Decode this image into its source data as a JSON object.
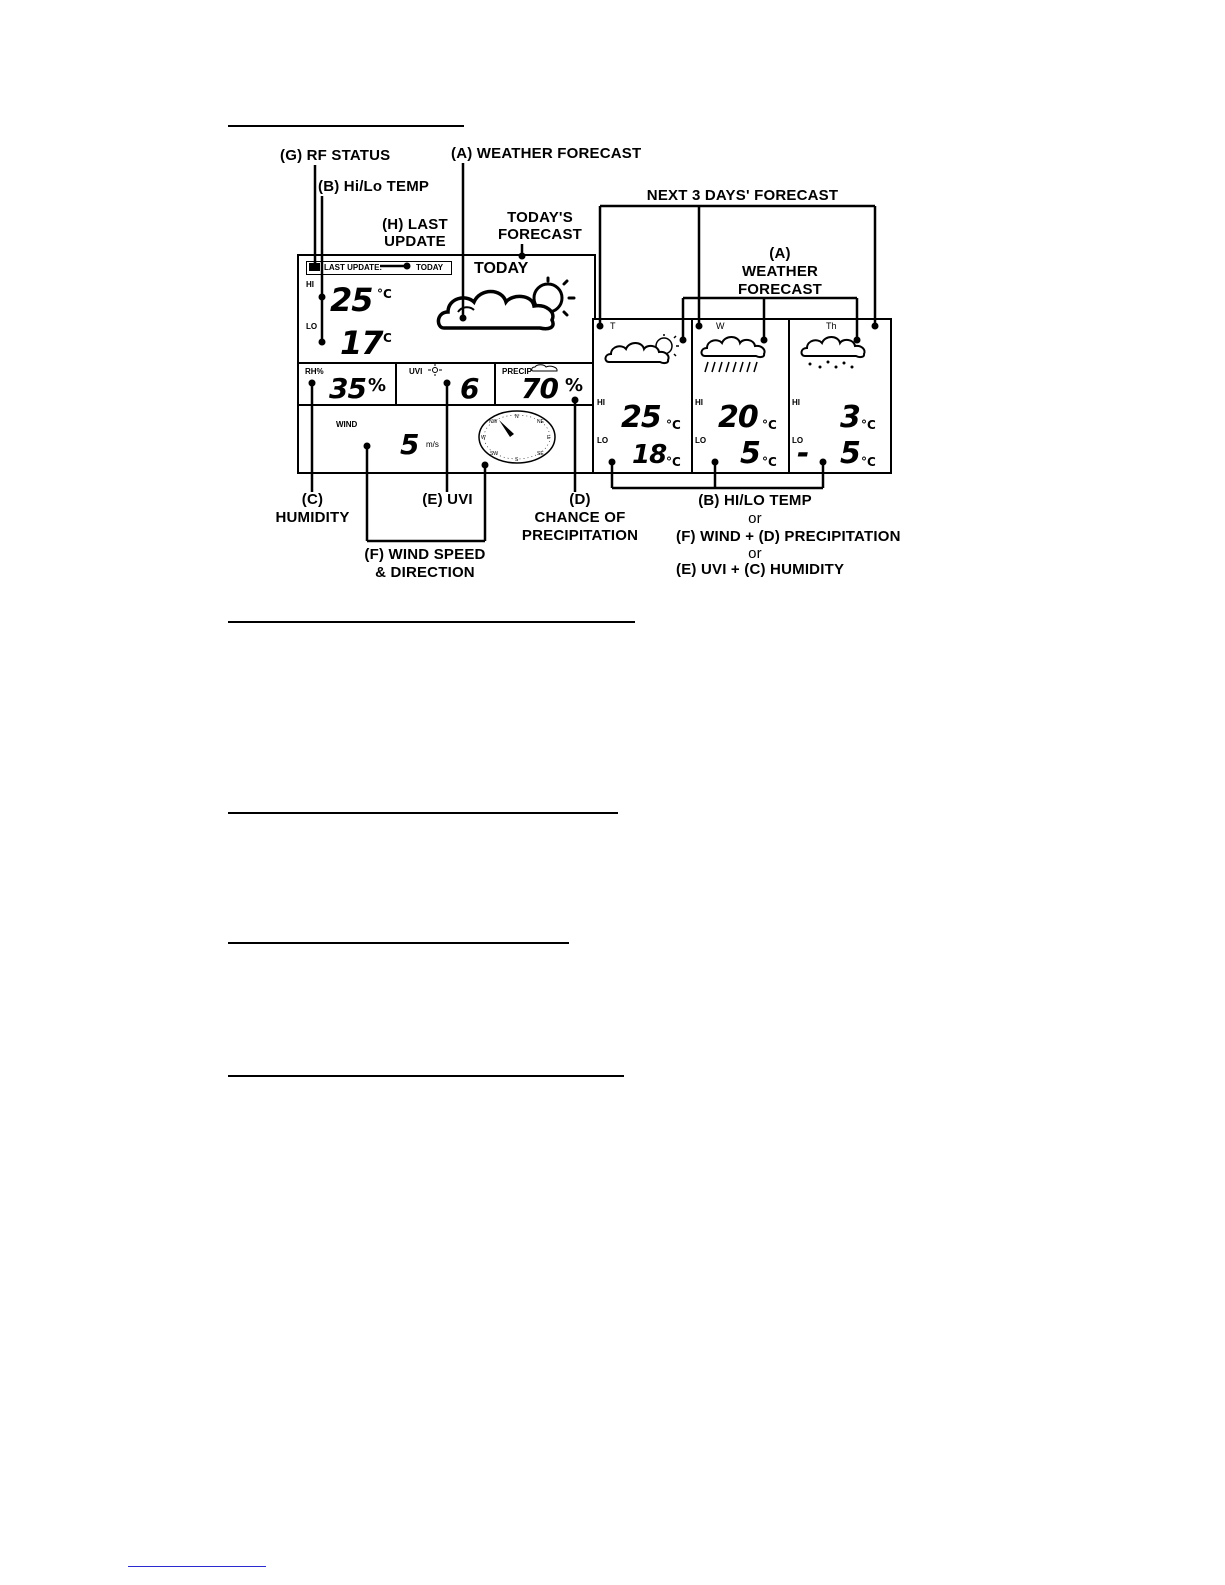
{
  "callouts": {
    "rf_status": "(G) RF STATUS",
    "weather_forecast": "(A) WEATHER FORECAST",
    "hilo_temp": "(B) Hi/Lo TEMP",
    "next_3_days": "NEXT 3 DAYS' FORECAST",
    "last_update_1": "(H) LAST",
    "last_update_2": "UPDATE",
    "todays_forecast_1": "TODAY'S",
    "todays_forecast_2": "FORECAST",
    "weather_forecast_a_1": "(A)",
    "weather_forecast_a_2": "WEATHER",
    "weather_forecast_a_3": "FORECAST",
    "humidity_1": "(C)",
    "humidity_2": "HUMIDITY",
    "uvi": "(E) UVI",
    "precip_1": "(D)",
    "precip_2": "CHANCE OF",
    "precip_3": "PRECIPITATION",
    "wind_1": "(F) WIND SPEED",
    "wind_2": "& DIRECTION",
    "bottom_1": "(B) HI/LO TEMP",
    "bottom_or_1": "or",
    "bottom_2": "(F) WIND + (D) PRECIPITATION",
    "bottom_or_2": "or",
    "bottom_3": "(E) UVI + (C) HUMIDITY"
  },
  "display": {
    "last_update_label": "LAST UPDATE:",
    "last_update_value": "TODAY",
    "today_label": "TODAY",
    "hi_label": "HI",
    "lo_label": "LO",
    "today_hi": "25",
    "today_lo": "17",
    "deg_unit": "°C",
    "rh_label": "RH%",
    "rh_value": "35",
    "percent": "%",
    "uvi_label": "UVI",
    "uvi_value": "6",
    "precip_label": "PRECIP",
    "precip_value": "70",
    "wind_label": "WIND",
    "wind_value": "5",
    "wind_unit": "m/s",
    "days": [
      {
        "day": "T",
        "hi": "25",
        "lo": "18",
        "icon": "partly-cloudy-icon"
      },
      {
        "day": "W",
        "hi": "20",
        "lo": "5",
        "icon": "rain-icon"
      },
      {
        "day": "Th",
        "hi": "3",
        "lo": "5",
        "lo_sign": "-",
        "icon": "snow-icon"
      }
    ]
  }
}
